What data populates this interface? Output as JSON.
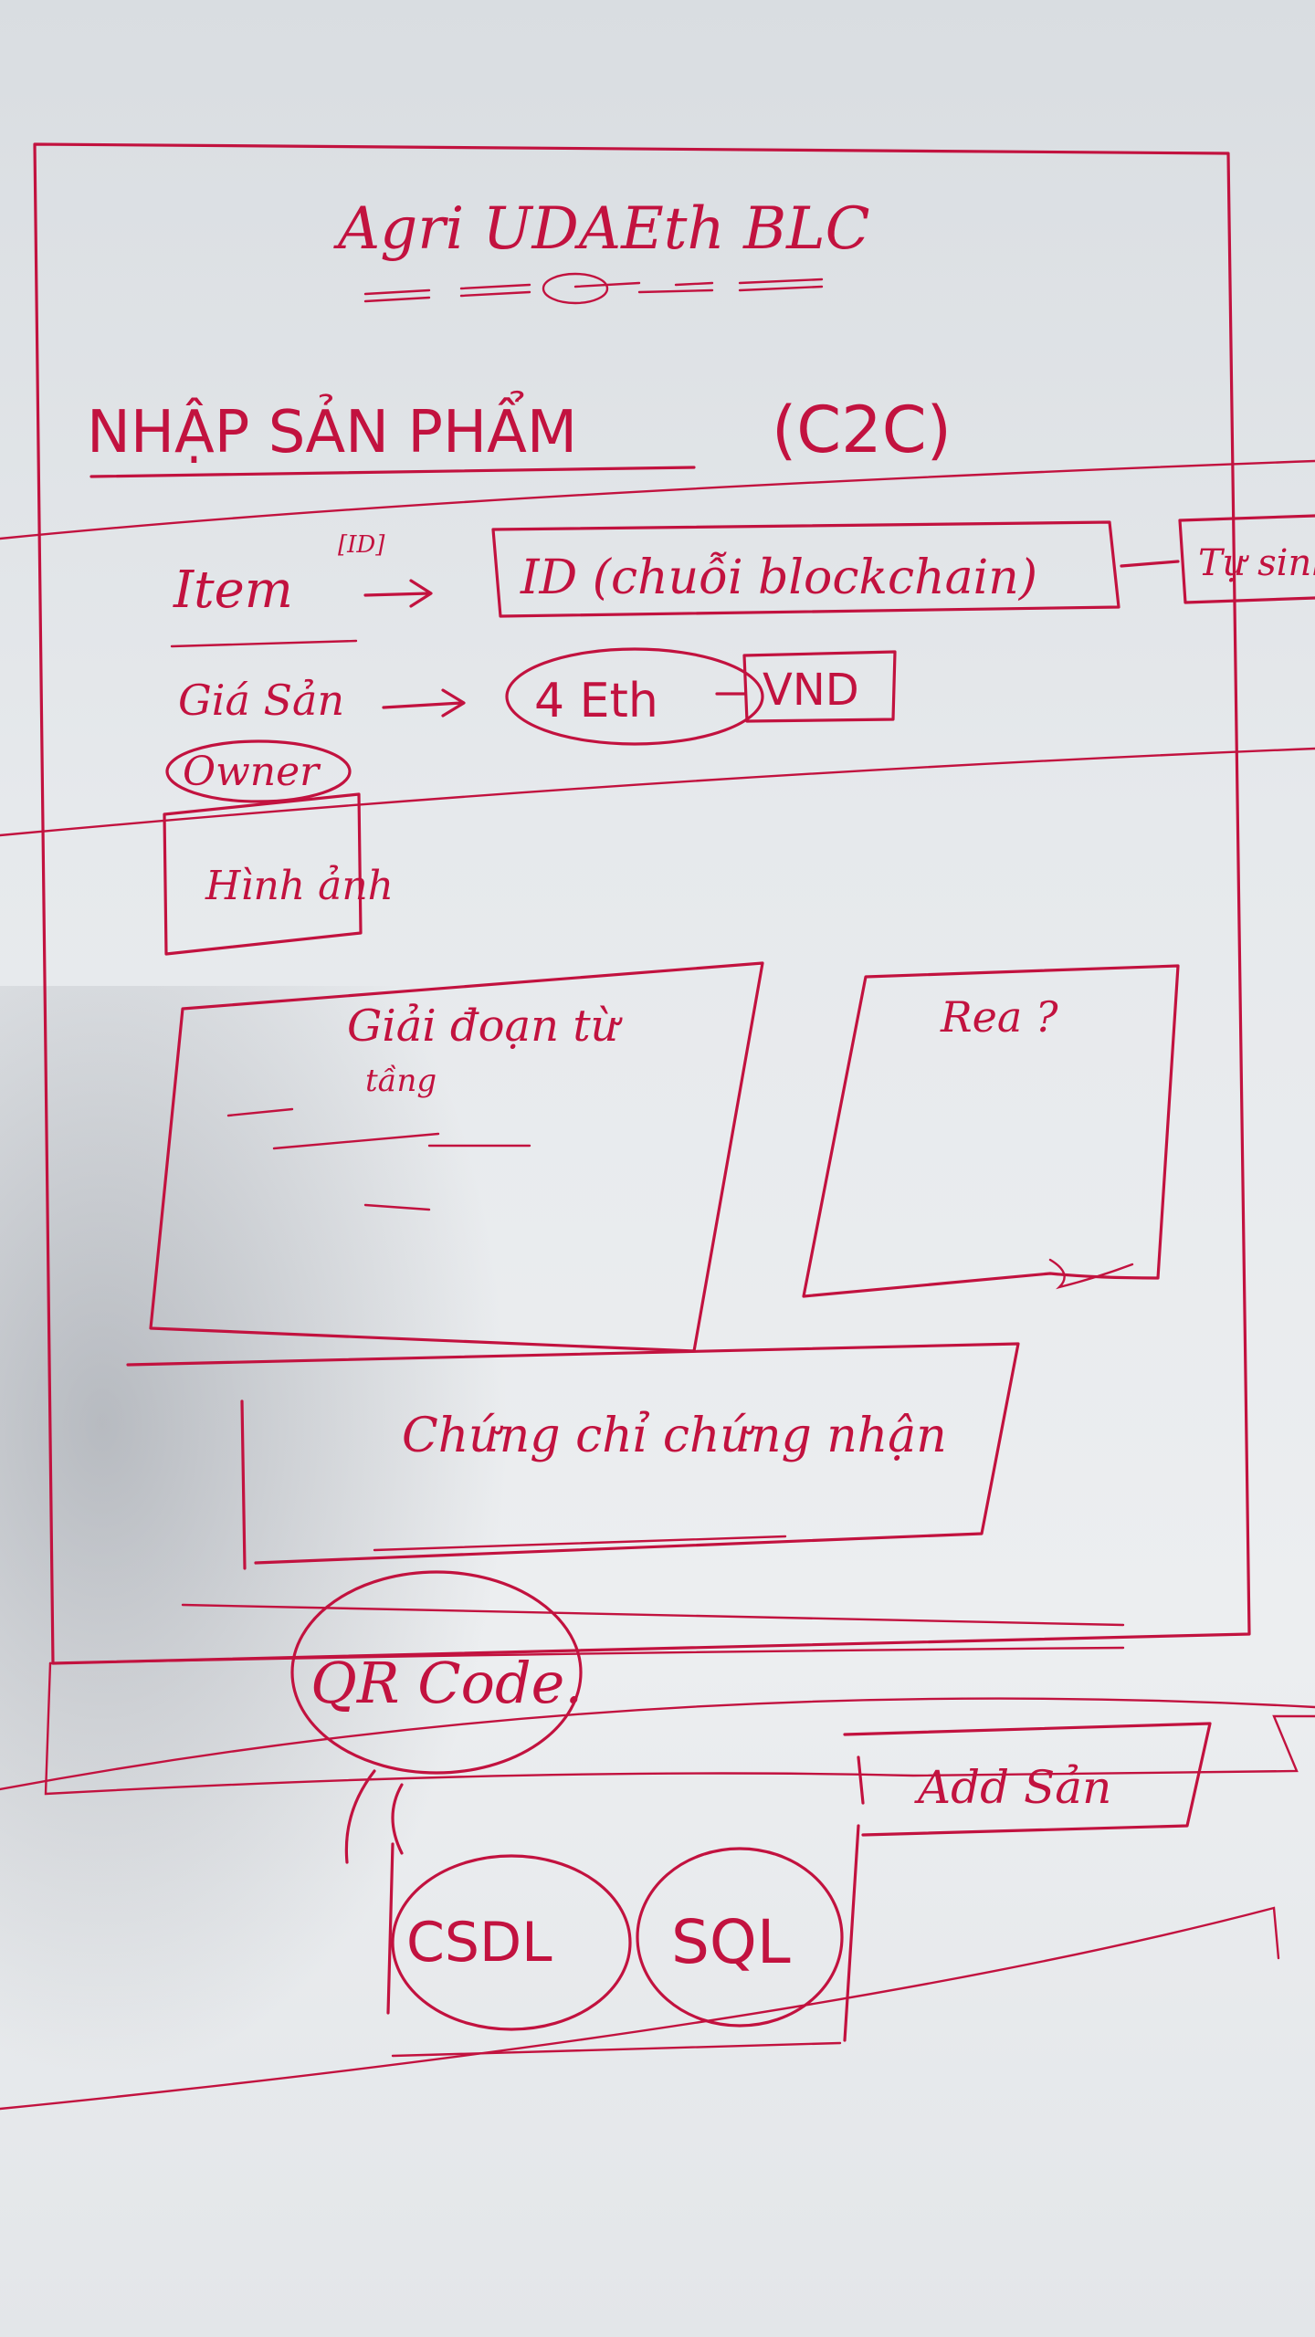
{
  "header": {
    "app_title": "Agri UDAEth BLC",
    "page_title": "NHẬP SẢN PHẨM",
    "page_title_suffix": "(C2C)"
  },
  "item_row": {
    "label": "Item",
    "label_superscript": "[ID]",
    "id_box": "ID (chuỗi blockchain)",
    "overflow_box": "Tự sinh"
  },
  "price_row": {
    "label": "Giá Sản",
    "eth_value": "4 Eth",
    "currency_box": "VND"
  },
  "owner": {
    "label": "Owner"
  },
  "image_box": {
    "label": "Hình ảnh"
  },
  "description_box": {
    "label": "Giải đoạn từ",
    "label_line2": "tầng"
  },
  "question_box": {
    "label": "Rea ?"
  },
  "certificate_box": {
    "label": "Chứng chỉ chứng nhận"
  },
  "qr_code": {
    "label": "QR Code."
  },
  "add_button": {
    "label": "Add Sản"
  },
  "storage": {
    "db_label": "CSDL",
    "sql_label": "SQL"
  },
  "colors": {
    "ink": "#c2123f",
    "paper": "#e6e9ec"
  }
}
